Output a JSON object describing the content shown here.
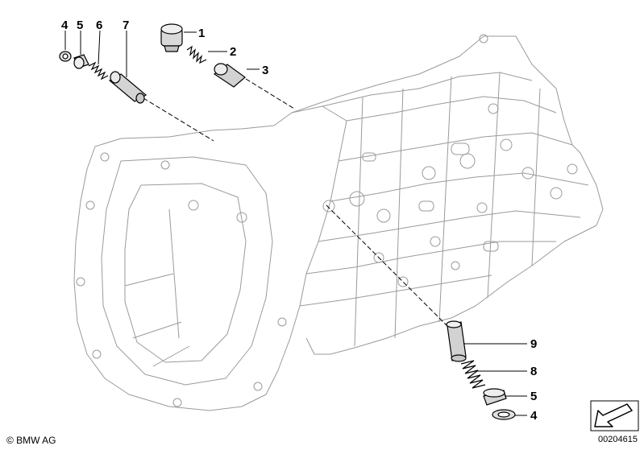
{
  "callouts": {
    "c1": "1",
    "c2": "2",
    "c3": "3",
    "c4_top": "4",
    "c5_top": "5",
    "c6": "6",
    "c7": "7",
    "c9": "9",
    "c8": "8",
    "c5_bottom": "5",
    "c4_bottom": "4"
  },
  "footer": {
    "copyright": "© BMW AG",
    "drawing_id": "00204615"
  },
  "icons": {
    "nav_arrow": "arrow-down-left-icon"
  }
}
